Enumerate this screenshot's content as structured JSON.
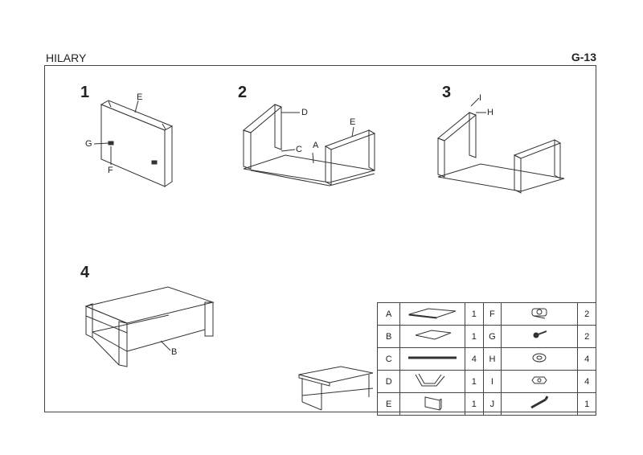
{
  "header": {
    "title": "HILARY",
    "code": "G-13"
  },
  "steps": [
    "1",
    "2",
    "3",
    "4"
  ],
  "callouts": {
    "s1": {
      "e": "E",
      "g": "G",
      "f": "F"
    },
    "s2": {
      "d": "D",
      "c": "C",
      "a": "A",
      "e": "E"
    },
    "s3": {
      "i": "I",
      "h": "H"
    },
    "s4": {
      "b": "B"
    }
  },
  "parts": [
    {
      "letter": "A",
      "icon": "glass-top-icon",
      "qty": "1"
    },
    {
      "letter": "B",
      "icon": "glass-shelf-icon",
      "qty": "1"
    },
    {
      "letter": "C",
      "icon": "rail-bar-icon",
      "qty": "4"
    },
    {
      "letter": "D",
      "icon": "u-frame-icon",
      "qty": "1"
    },
    {
      "letter": "E",
      "icon": "side-panel-icon",
      "qty": "1"
    },
    {
      "letter": "F",
      "icon": "clamp-icon",
      "qty": "2"
    },
    {
      "letter": "G",
      "icon": "screw-icon",
      "qty": "2"
    },
    {
      "letter": "H",
      "icon": "washer-icon",
      "qty": "4"
    },
    {
      "letter": "I",
      "icon": "nut-icon",
      "qty": "4"
    },
    {
      "letter": "J",
      "icon": "allen-key-icon",
      "qty": "1"
    }
  ]
}
